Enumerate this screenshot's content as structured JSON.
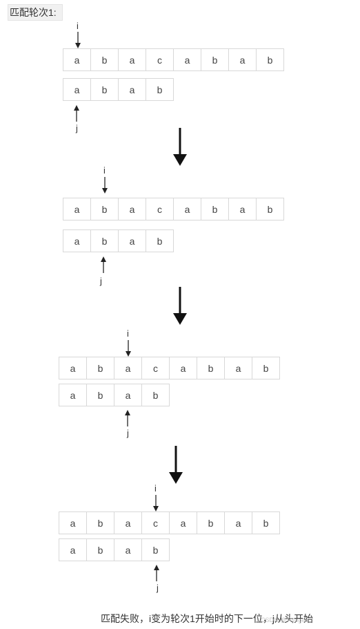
{
  "title": "匹配轮次1:",
  "pointers": {
    "i": "i",
    "j": "j"
  },
  "steps": [
    {
      "text_cells": [
        "a",
        "b",
        "a",
        "c",
        "a",
        "b",
        "a",
        "b"
      ],
      "pattern_cells": [
        "a",
        "b",
        "a",
        "b"
      ]
    },
    {
      "text_cells": [
        "a",
        "b",
        "a",
        "c",
        "a",
        "b",
        "a",
        "b"
      ],
      "pattern_cells": [
        "a",
        "b",
        "a",
        "b"
      ]
    },
    {
      "text_cells": [
        "a",
        "b",
        "a",
        "c",
        "a",
        "b",
        "a",
        "b"
      ],
      "pattern_cells": [
        "a",
        "b",
        "a",
        "b"
      ]
    },
    {
      "text_cells": [
        "a",
        "b",
        "a",
        "c",
        "a",
        "b",
        "a",
        "b"
      ],
      "pattern_cells": [
        "a",
        "b",
        "a",
        "b"
      ]
    }
  ],
  "caption": "匹配失败，i变为轮次1开始时的下一位，j从头开始",
  "watermark": "CSDN @Trysgeir"
}
